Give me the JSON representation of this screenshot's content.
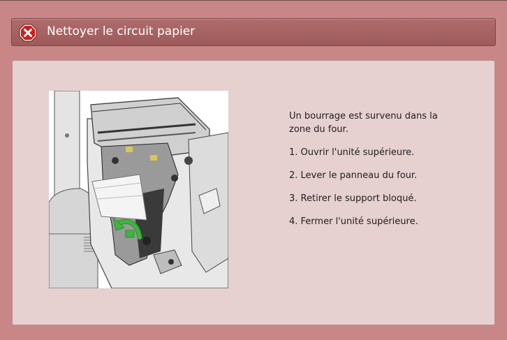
{
  "dialog": {
    "title": "Nettoyer le circuit papier",
    "icon": "stop-error-icon"
  },
  "illustration": {
    "description_icon": "printer-fuser-jam-illustration"
  },
  "instructions": {
    "intro": "Un bourrage est survenu dans la zone du four.",
    "steps": [
      "1. Ouvrir l'unité supérieure.",
      "2. Lever le panneau du four.",
      "3. Retirer le support bloqué.",
      "4. Fermer l'unité supérieure."
    ]
  },
  "colors": {
    "frame": "#c98686",
    "titlebar": "#a86565",
    "panel": "#e6d0d0",
    "icon_red": "#c9201c",
    "arrow_green": "#3fb53f"
  }
}
